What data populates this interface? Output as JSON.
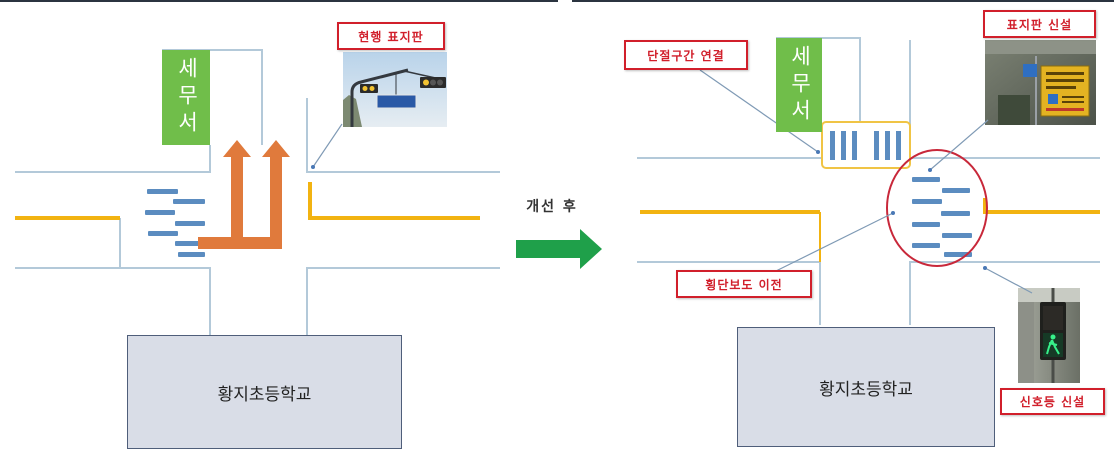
{
  "before": {
    "building_label": "세무서",
    "callout_current_sign": "현행 표지판",
    "school_label": "황지초등학교"
  },
  "transition": {
    "label": "개선 후"
  },
  "after": {
    "building_label": "세무서",
    "callout_gap_connection": "단절구간 연결",
    "callout_new_sign": "표지판 신설",
    "callout_crosswalk_relocation": "횡단보도 이전",
    "callout_new_signal": "신호등 신설",
    "school_label": "황지초등학교"
  },
  "colors": {
    "road_edge": "#b3c9d9",
    "center_line": "#f2b311",
    "crosswalk": "#5b8cc0",
    "movement_arrow": "#e07a3c",
    "building": "#70be4a",
    "school_fill": "#d9dde7",
    "school_border": "#4f5e7a",
    "callout_red": "#d11f2b",
    "improvement_arrow": "#1fa04a",
    "highlight_circle": "#c8283a",
    "crosswalk_box": "#f0c445"
  }
}
